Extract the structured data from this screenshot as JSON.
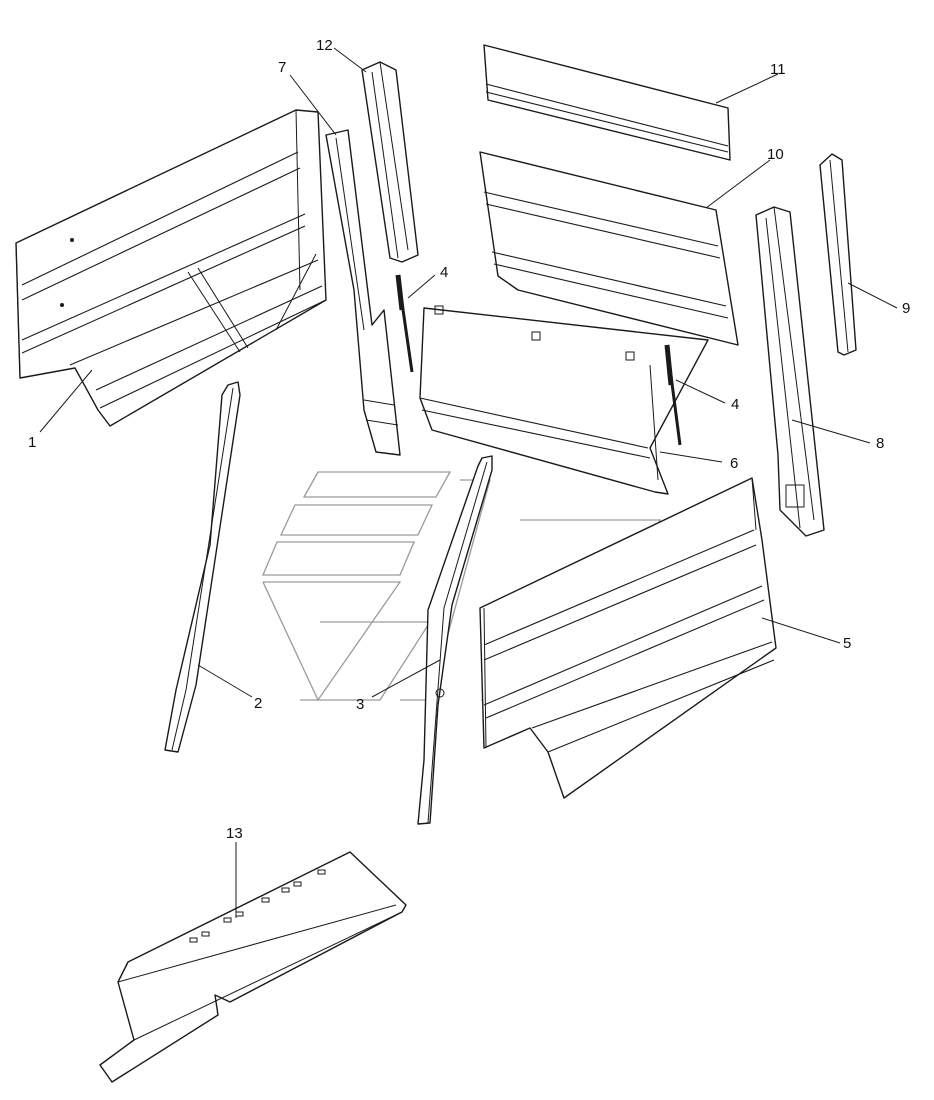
{
  "callouts": {
    "c1": "1",
    "c2": "2",
    "c3": "3",
    "c4a": "4",
    "c4b": "4",
    "c5": "5",
    "c6": "6",
    "c7": "7",
    "c8": "8",
    "c9": "9",
    "c10": "10",
    "c11": "11",
    "c12": "12",
    "c13": "13"
  },
  "colors": {
    "line": "#1a1a1a",
    "watermark": "#9a9a9a",
    "background": "#ffffff"
  }
}
